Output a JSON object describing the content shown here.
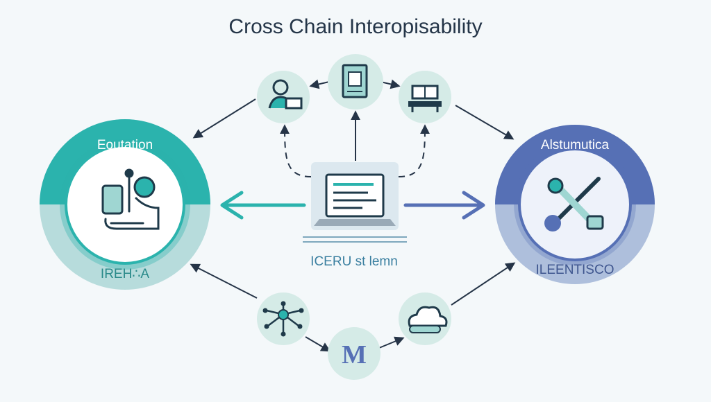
{
  "title": "Cross Chain Interopisability",
  "left_hub": {
    "top_label": "Eoutation",
    "bottom_label": "IREH∴A",
    "color_main": "#2bb3ad",
    "color_soft": "#b7dcdc"
  },
  "right_hub": {
    "top_label": "Alstumutica",
    "bottom_label": "ILEENTISCO",
    "color_main": "#5670b5",
    "color_soft": "#aebfdc"
  },
  "center": {
    "label": "ICERU st lemn"
  },
  "bottom_node_letter": "M",
  "colors": {
    "node_bg": "#d5ebe7",
    "arrow_dark": "#253447",
    "icon_dark": "#1f3a4a",
    "accent_teal": "#2bb3ad",
    "accent_blue": "#5670b5"
  }
}
